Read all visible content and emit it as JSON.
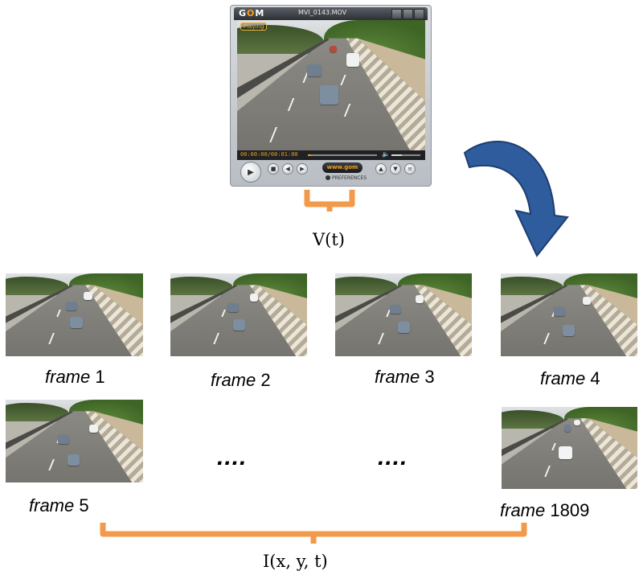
{
  "player": {
    "logo_text": "GOM",
    "file_name": "MVI_0143.MOV",
    "status": "Playing",
    "timecode": "00:00:00/00:01:00",
    "site_button": "www.gom",
    "preferences": "PREFERENCES",
    "progress_fraction": 0.05,
    "volume_fraction": 0.35
  },
  "labels": {
    "video_function": "V(t)",
    "image_function": "I(x, y, t)",
    "ellipsis_1": "....",
    "ellipsis_2": "...."
  },
  "frames": [
    {
      "word": "frame",
      "number": "1"
    },
    {
      "word": "frame",
      "number": "2"
    },
    {
      "word": "frame",
      "number": "3"
    },
    {
      "word": "frame",
      "number": "4"
    },
    {
      "word": "frame",
      "number": "5"
    },
    {
      "word": "frame",
      "number": "1809"
    }
  ],
  "colors": {
    "bracket": "#f39a4a",
    "arrow": "#2f5c9c",
    "arrow_outline": "#1c3d6e"
  },
  "icons": [
    "play-icon",
    "stop-icon",
    "prev-icon",
    "next-icon",
    "volume-icon",
    "preferences-icon"
  ]
}
